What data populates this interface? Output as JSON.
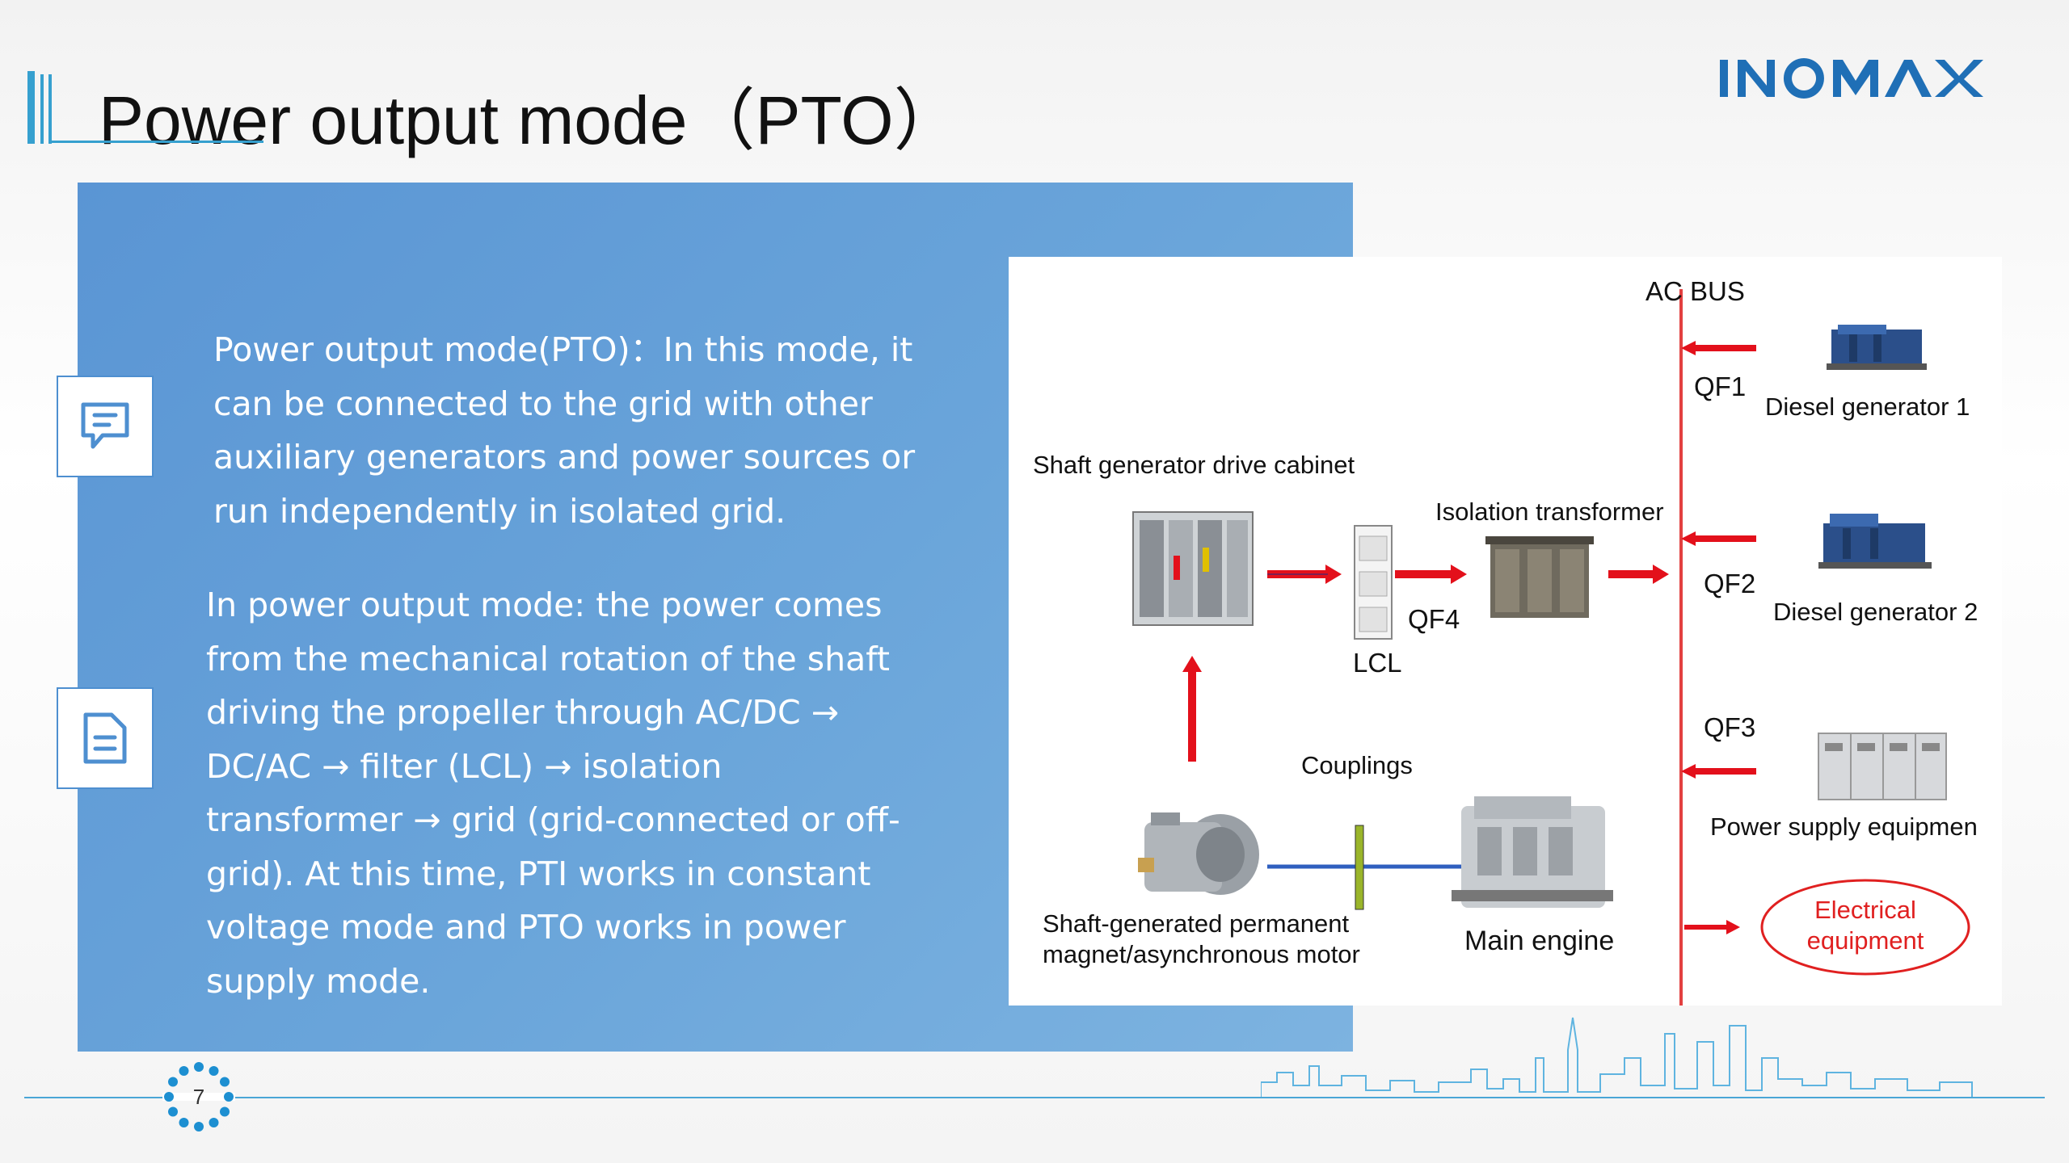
{
  "header": {
    "title": "Power output mode（PTO）",
    "logo": "INOMAX"
  },
  "content": {
    "paragraph_1": "Power output mode(PTO)：In this mode, it can be connected to the grid with other auxiliary generators and power sources or run independently in isolated grid.",
    "paragraph_2": "In power output mode: the power comes from the mechanical rotation of the shaft driving the propeller through AC/DC → DC/AC → filter (LCL) → isolation transformer → grid (grid-connected or off-grid). At this time, PTI works in constant voltage mode and PTO works in power supply mode.",
    "icon_1": "comment-icon",
    "icon_2": "document-icon"
  },
  "diagram": {
    "ac_bus": "AC BUS",
    "qf1": "QF1",
    "qf2": "QF2",
    "qf3": "QF3",
    "qf4": "QF4",
    "diesel_1": "Diesel generator 1",
    "diesel_2": "Diesel generator 2",
    "shaft_cabinet": "Shaft generator drive cabinet",
    "isolation_transformer": "Isolation transformer",
    "lcl": "LCL",
    "couplings": "Couplings",
    "power_supply": "Power supply equipmen",
    "electrical_equipment": "Electrical equipment",
    "motor_line1": "Shaft-generated permanent",
    "motor_line2": "magnet/asynchronous motor",
    "main_engine": "Main engine",
    "colors": {
      "arrow": "#e3101b",
      "bus": "#e34040",
      "shaft": "#2f5fbf",
      "coupling": "#9ab52a"
    }
  },
  "footer": {
    "page_number": "7"
  },
  "colors": {
    "panel": "#6aa5da",
    "accent": "#36a0cf",
    "logo": "#1f6fb6"
  }
}
